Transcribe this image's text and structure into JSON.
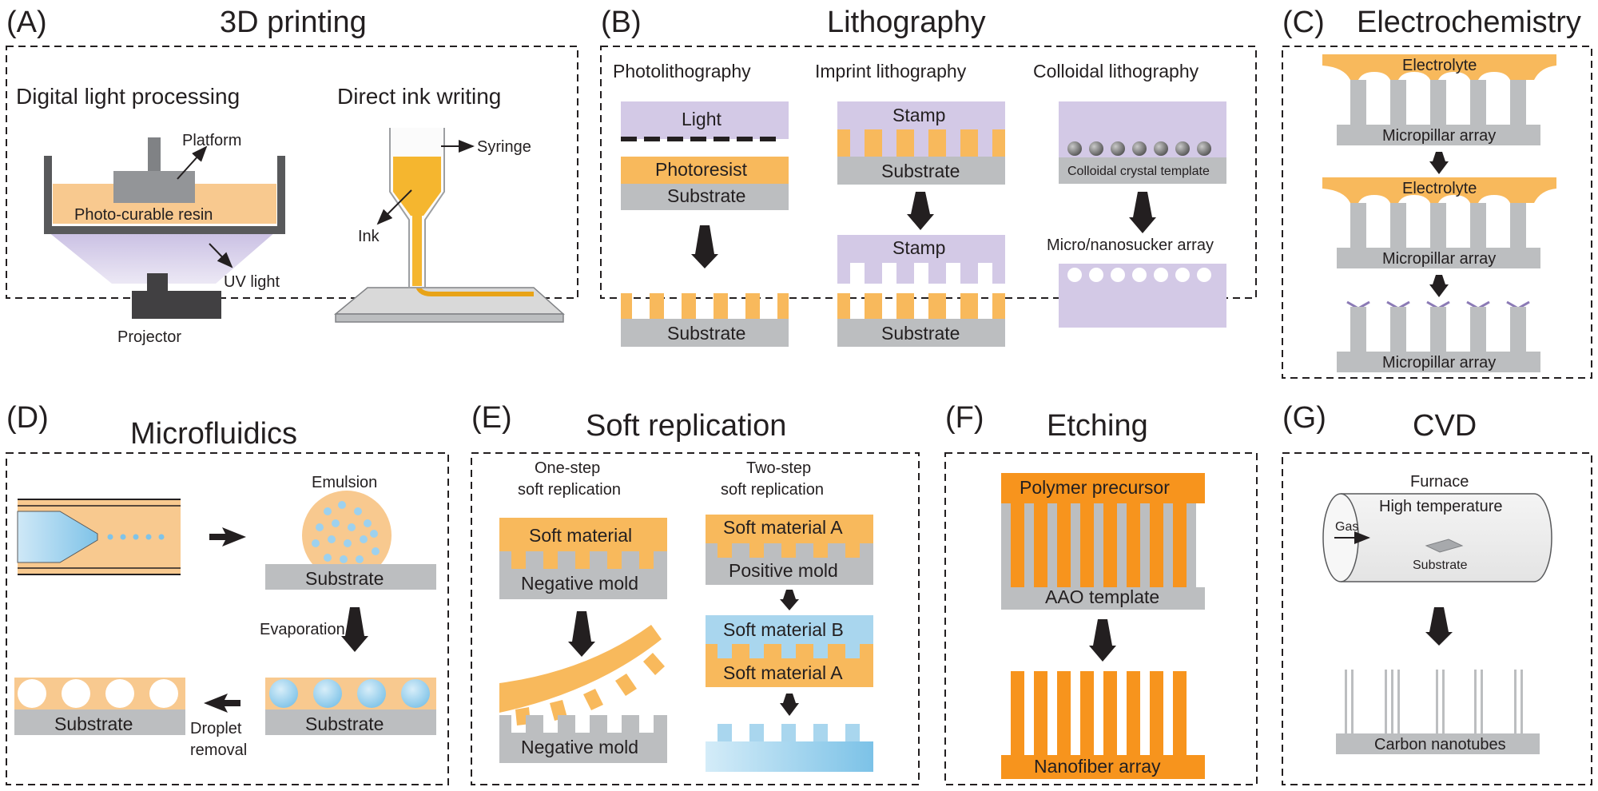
{
  "panels": {
    "a": {
      "letter": "(A)",
      "title": "3D printing",
      "dlp_title": "Digital light processing",
      "diw_title": "Direct ink writing",
      "platform": "Platform",
      "resin": "Photo-curable resin",
      "uv": "UV light",
      "projector": "Projector",
      "syringe": "Syringe",
      "ink": "Ink"
    },
    "b": {
      "letter": "(B)",
      "title": "Lithography",
      "photo_title": "Photolithography",
      "imprint_title": "Imprint lithography",
      "colloid_title": "Colloidal lithography",
      "light": "Light",
      "photoresist": "Photoresist",
      "substrate": "Substrate",
      "stamp": "Stamp",
      "colloid_template": "Colloidal crystal template",
      "sucker_array": "Micro/nanosucker array"
    },
    "c": {
      "letter": "(C)",
      "title": "Electrochemistry",
      "electrolyte": "Electrolyte",
      "micropillar": "Micropillar array"
    },
    "d": {
      "letter": "(D)",
      "title": "Microfluidics",
      "emulsion": "Emulsion",
      "substrate": "Substrate",
      "evaporation": "Evaporation",
      "droplet": "Droplet",
      "removal": "removal"
    },
    "e": {
      "letter": "(E)",
      "title": "Soft replication",
      "one_step_1": "One-step",
      "one_step_2": "soft replication",
      "two_step_1": "Two-step",
      "two_step_2": "soft replication",
      "soft_material": "Soft material",
      "negative_mold": "Negative mold",
      "soft_a": "Soft material A",
      "soft_b": "Soft material B",
      "positive_mold": "Positive mold"
    },
    "f": {
      "letter": "(F)",
      "title": "Etching",
      "precursor": "Polymer precursor",
      "aao": "AAO template",
      "nanofiber": "Nanofiber array"
    },
    "g": {
      "letter": "(G)",
      "title": "CVD",
      "furnace": "Furnace",
      "high_temp": "High temperature",
      "gas": "Gas",
      "substrate": "Substrate",
      "cnt": "Carbon nanotubes"
    }
  },
  "colors": {
    "orange": "#f8b95c",
    "dark_orange": "#f7941d",
    "lavender": "#d3c9e6",
    "gray": "#bcbec0",
    "blue": "#a9d6ee",
    "ink": "#231f20"
  }
}
